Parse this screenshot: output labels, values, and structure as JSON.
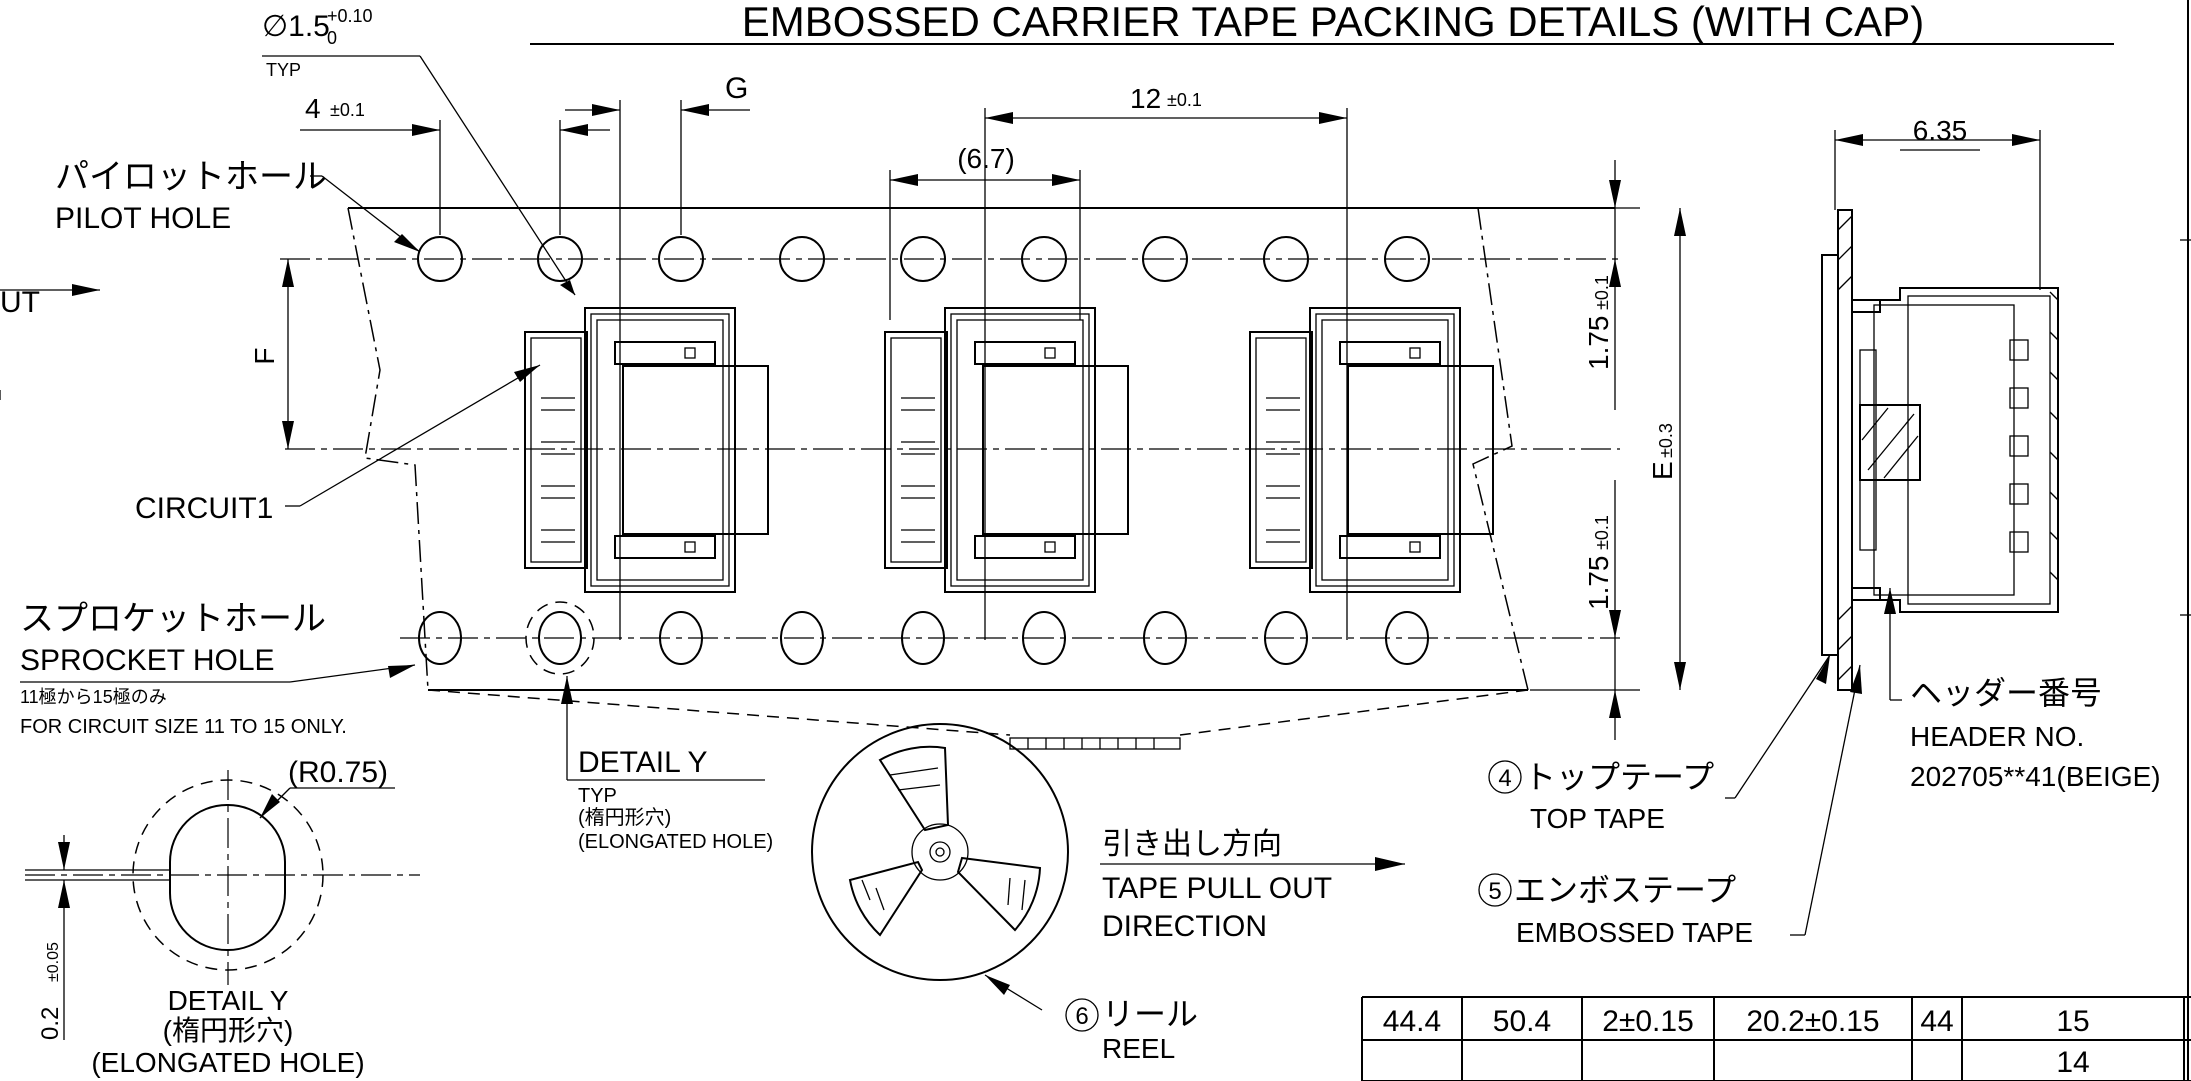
{
  "title": "EMBOSSED CARRIER TAPE PACKING DETAILS (WITH CAP)",
  "dims": {
    "hole_dia": "∅1.5",
    "hole_tol_plus": "+0.10",
    "hole_tol_minus": "0",
    "typ": "TYP",
    "pitch_4": "4",
    "pitch_4_tol": "±0.1",
    "g": "G",
    "pitch_12": "12",
    "pitch_12_tol": "±0.1",
    "width_67": "(6.7)",
    "depth_635": "6.35",
    "f": "F",
    "e": "E",
    "e_tol": "±0.3",
    "d175_top": "1.75",
    "d175_top_tol": "±0.1",
    "d175_bot": "1.75",
    "d175_bot_tol": "±0.1",
    "r075": "(R0.75)",
    "d02": "0.2",
    "d02_tol": "±0.05"
  },
  "labels": {
    "out_fragment": "UT",
    "pilot_jp": "パイロットホール",
    "pilot_en": "PILOT HOLE",
    "circuit1": "CIRCUIT1",
    "sprocket_jp": "スプロケットホール",
    "sprocket_en": "SPROCKET HOLE",
    "sprocket_note_jp": "11極から15極のみ",
    "sprocket_note_en": "FOR CIRCUIT SIZE 11 TO 15 ONLY.",
    "detail_y": "DETAIL Y",
    "detail_typ": "TYP",
    "detail_jp": "(楕円形穴)",
    "detail_en": "(ELONGATED HOLE)",
    "detail2_title": "DETAIL Y",
    "detail2_jp": "(楕円形穴)",
    "detail2_en": "(ELONGATED HOLE)",
    "pull_jp": "引き出し方向",
    "pull_en1": "TAPE PULL OUT",
    "pull_en2": "DIRECTION",
    "item4_num": "4",
    "item4_jp": "トップテープ",
    "item4_en": "TOP TAPE",
    "item5_num": "5",
    "item5_jp": "エンボステープ",
    "item5_en": "EMBOSSED TAPE",
    "item6_num": "6",
    "item6_jp": "リール",
    "item6_en": "REEL",
    "header_jp": "ヘッダー番号",
    "header_en": "HEADER NO.",
    "header_part": "202705**41(BEIGE)"
  },
  "table": {
    "rows": [
      [
        "44.4",
        "50.4",
        "2±0.15",
        "20.2±0.15",
        "44",
        "15"
      ],
      [
        "",
        "",
        "",
        "",
        "",
        "14"
      ]
    ]
  }
}
